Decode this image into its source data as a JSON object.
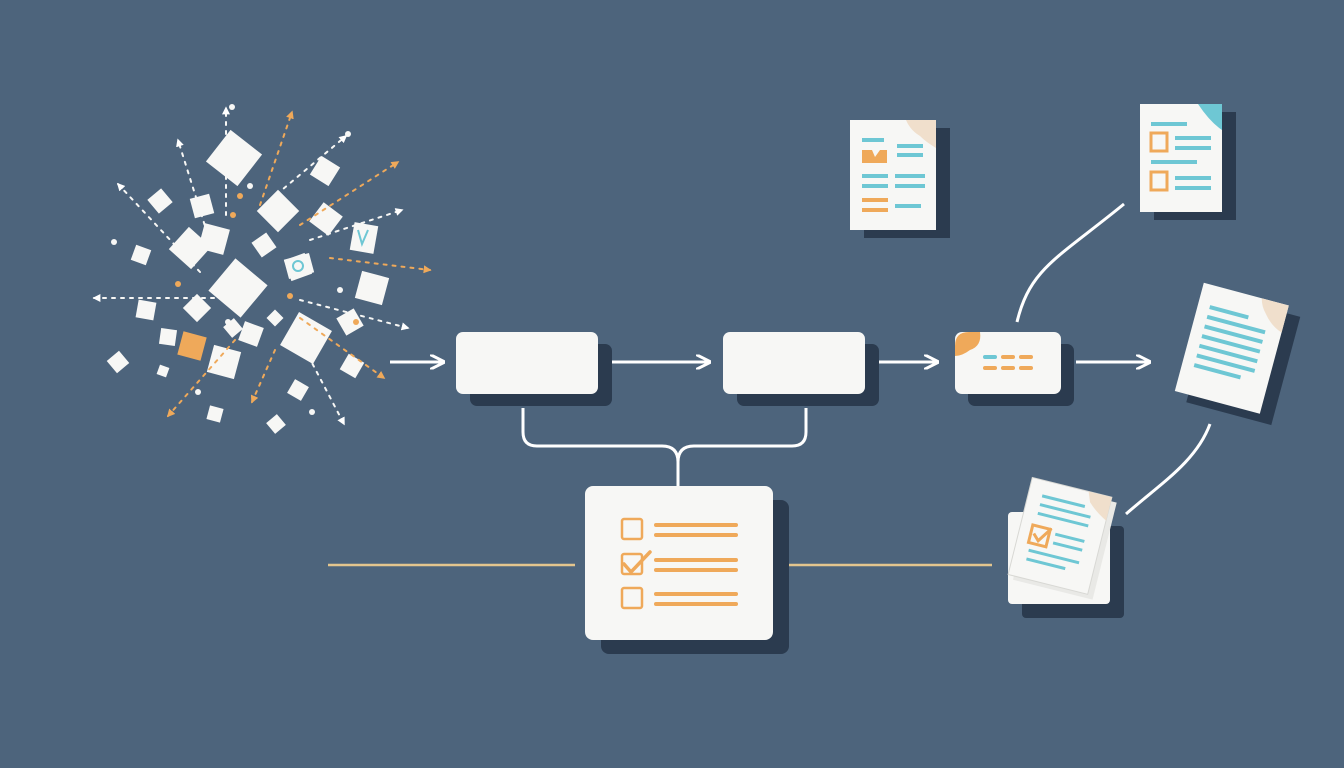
{
  "colors": {
    "background": "#4d647c",
    "card": "#f7f7f5",
    "shadow": "#2b3b4f",
    "connector": "#ffffff",
    "accent_orange": "#efa95a",
    "accent_teal": "#6ec7d4",
    "accent_peach": "#f0dfcc",
    "guide_line": "#e3c58e"
  },
  "diagram": {
    "type": "flowchart",
    "text_labels": [],
    "nodes": [
      {
        "id": "scattered-inputs",
        "kind": "fragment-cluster",
        "icon": "scattered-fragments-icon"
      },
      {
        "id": "stage-one",
        "kind": "empty-box"
      },
      {
        "id": "stage-two",
        "kind": "empty-box"
      },
      {
        "id": "stage-three",
        "kind": "box-with-dashes"
      },
      {
        "id": "checklist",
        "kind": "checklist-card",
        "items": [
          {
            "checked": false
          },
          {
            "checked": true
          },
          {
            "checked": false
          }
        ]
      },
      {
        "id": "doc-top-left",
        "kind": "document",
        "icon": "document-icon"
      },
      {
        "id": "doc-top-right",
        "kind": "document",
        "icon": "document-icon"
      },
      {
        "id": "doc-right",
        "kind": "document",
        "icon": "document-icon"
      },
      {
        "id": "doc-bottom-right",
        "kind": "document",
        "icon": "document-check-icon"
      }
    ],
    "edges": [
      {
        "from": "scattered-inputs",
        "to": "stage-one",
        "style": "arrow"
      },
      {
        "from": "stage-one",
        "to": "stage-two",
        "style": "arrow"
      },
      {
        "from": "stage-two",
        "to": "stage-three",
        "style": "arrow"
      },
      {
        "from": "stage-three",
        "to": "doc-right",
        "style": "arrow"
      },
      {
        "from": "stage-one",
        "to": "checklist",
        "style": "bracket"
      },
      {
        "from": "stage-two",
        "to": "checklist",
        "style": "bracket"
      },
      {
        "from": "stage-three",
        "to": "doc-top-right",
        "style": "curve"
      },
      {
        "from": "doc-right",
        "to": "doc-bottom-right",
        "style": "curve"
      }
    ]
  }
}
